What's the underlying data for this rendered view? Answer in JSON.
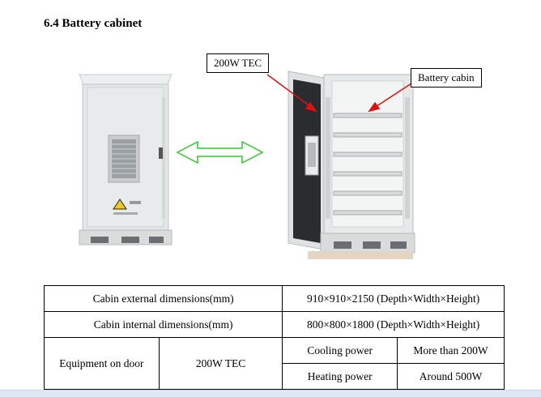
{
  "heading": "6.4 Battery cabinet",
  "callouts": {
    "tec": "200W TEC",
    "battery_cabin": "Battery cabin"
  },
  "table": {
    "external_label": "Cabin external dimensions(mm)",
    "external_value": "910×910×2150 (Depth×Width×Height)",
    "internal_label": "Cabin internal dimensions(mm)",
    "internal_value": "800×800×1800 (Depth×Width×Height)",
    "equipment_label": "Equipment on door",
    "equipment_value": "200W TEC",
    "cooling_label": "Cooling power",
    "cooling_value": "More than 200W",
    "heating_label": "Heating power",
    "heating_value": "Around 500W"
  }
}
